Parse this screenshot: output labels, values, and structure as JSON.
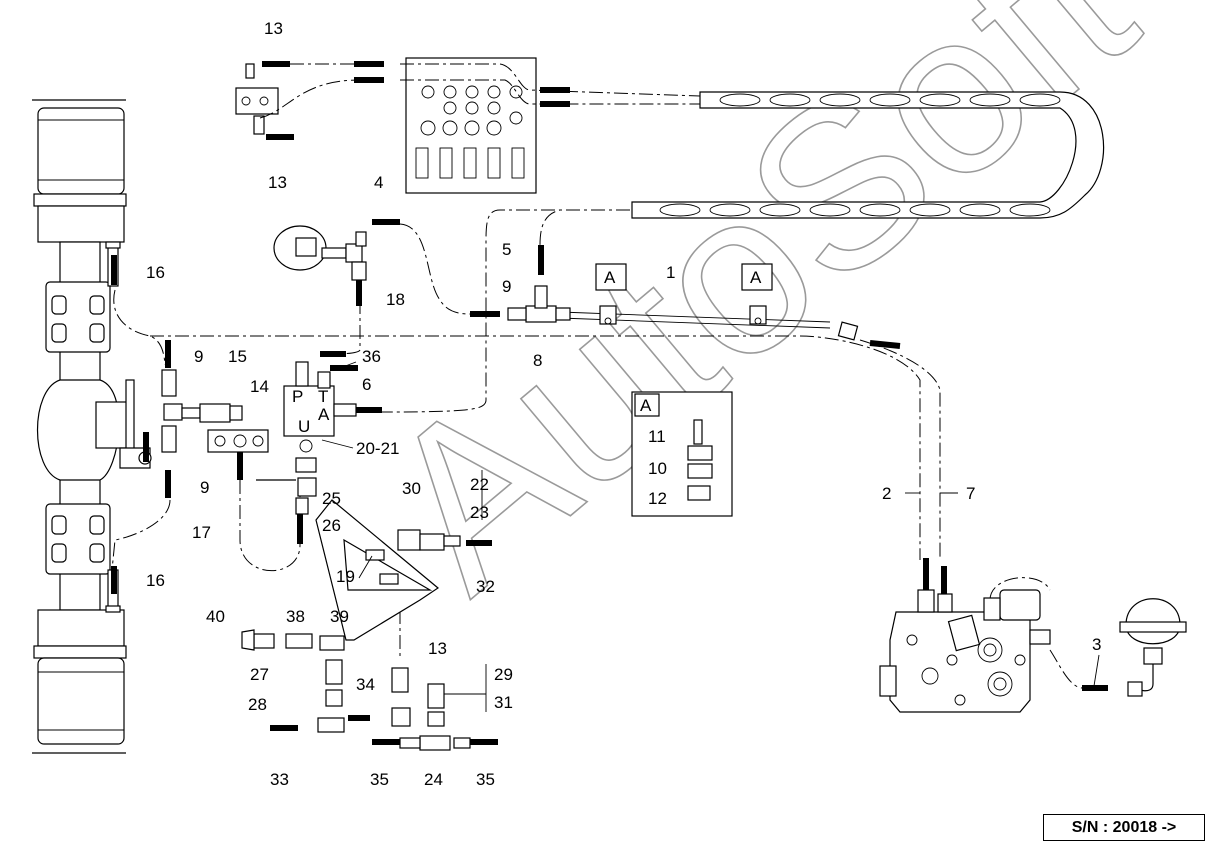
{
  "watermark": "AutoSoft",
  "serial_number": "S/N :  20018 ->",
  "detail_box": {
    "label": "A",
    "parts": [
      "11",
      "10",
      "12"
    ]
  },
  "section_markers": [
    "A",
    "A"
  ],
  "callouts": {
    "c1": "1",
    "c2": "2",
    "c3": "3",
    "c4": "4",
    "c5": "5",
    "c6": "6",
    "c7": "7",
    "c8": "8",
    "c9a": "9",
    "c9b": "9",
    "c9c": "9",
    "c13a": "13",
    "c13b": "13",
    "c13c": "13",
    "c14": "14",
    "c15": "15",
    "c16a": "16",
    "c16b": "16",
    "c17": "17",
    "c18": "18",
    "c19": "19",
    "c20_21": "20-21",
    "c22": "22",
    "c23": "23",
    "c24": "24",
    "c25": "25",
    "c26": "26",
    "c27": "27",
    "c28": "28",
    "c29": "29",
    "c30": "30",
    "c31": "31",
    "c32": "32",
    "c33": "33",
    "c34": "34",
    "c35a": "35",
    "c35b": "35",
    "c36": "36",
    "c38": "38",
    "c39": "39",
    "c40": "40"
  }
}
